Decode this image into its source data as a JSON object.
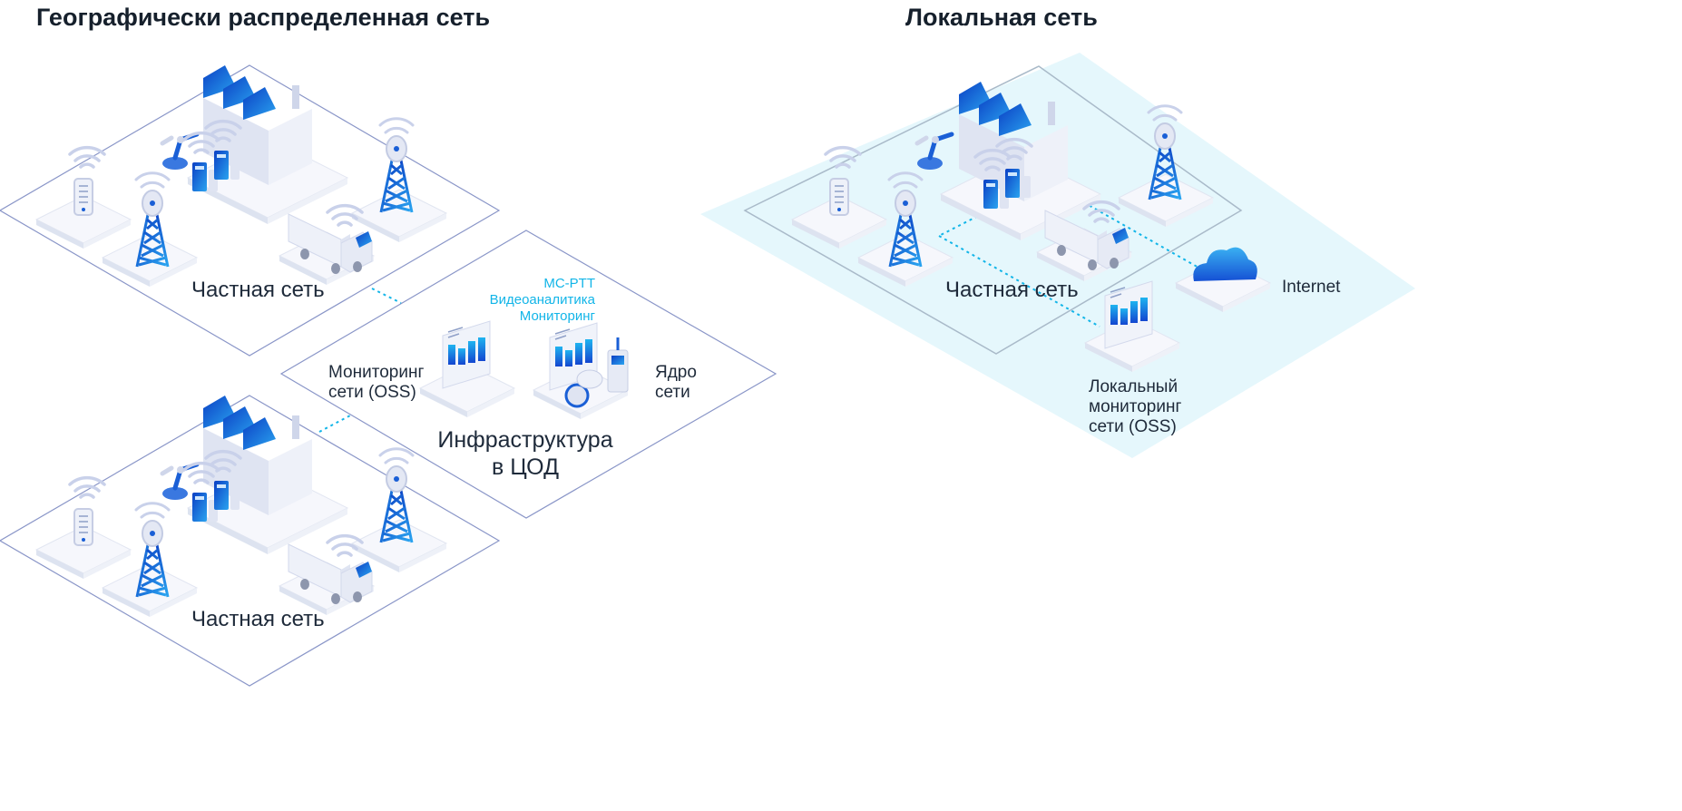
{
  "colors": {
    "accent": "#12b5e8",
    "brand_blue": "#1a5fd6",
    "panel_line": "#8a96c8",
    "local_zone": "#e5f7fc",
    "text": "#1e2a3a"
  },
  "titles": {
    "geo": "Географически распределенная сеть",
    "local": "Локальная сеть"
  },
  "geo": {
    "private_net_top": "Частная сеть",
    "private_net_bottom": "Частная сеть",
    "infra": {
      "label_line1": "Инфраструктура",
      "label_line2": "в ЦОД",
      "monitoring_line1": "Мониторинг",
      "monitoring_line2": "сети (OSS)",
      "core_line1": "Ядро",
      "core_line2": "сети",
      "services": [
        "MC-PTT",
        "Видеоаналитика",
        "Мониторинг"
      ]
    }
  },
  "local": {
    "private_net": "Частная сеть",
    "internet": "Internet",
    "local_monitoring": [
      "Локальный",
      "мониторинг",
      "сети (OSS)"
    ]
  },
  "icons": {
    "factory": "factory-icon",
    "robot_arm": "robot-arm-icon",
    "tower": "cell-tower-icon",
    "phone": "smartphone-icon",
    "truck": "truck-icon",
    "cloud": "cloud-icon",
    "dashboard": "dashboard-icon",
    "server": "server-icon",
    "wifi": "wifi-signal-icon"
  }
}
